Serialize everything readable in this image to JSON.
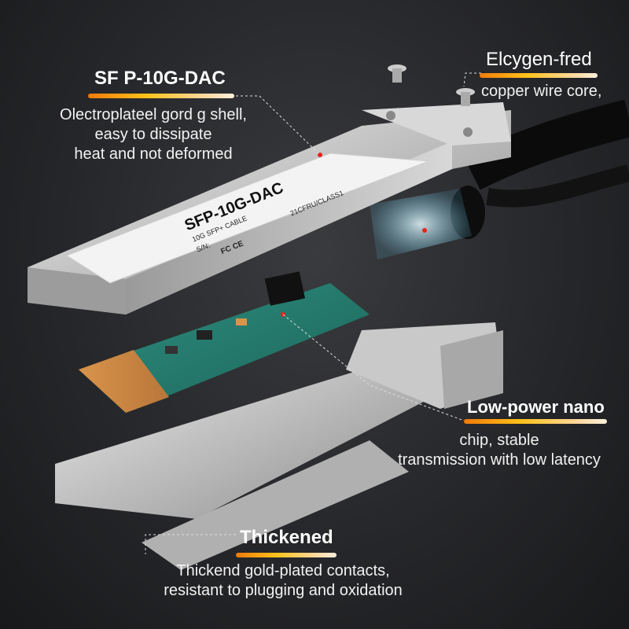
{
  "callouts": {
    "shell": {
      "title": "SF P-10G-DAC",
      "lines": [
        "Olectroplateel gord g shell,",
        "easy to dissipate",
        "heat and not deformed"
      ]
    },
    "copper": {
      "title": "Elcygen-fred",
      "lines": [
        "copper wire core,"
      ]
    },
    "chip": {
      "title": "Low-power nano",
      "lines": [
        "chip, stable",
        "transmission with low latency"
      ]
    },
    "contacts": {
      "title": "Thickened",
      "lines": [
        "Thickend gold-plated contacts,",
        "resistant to plugging and oxidation"
      ]
    }
  },
  "product_label": {
    "model": "SFP-10G-DAC",
    "subtitle": "10G SFP+ CABLE",
    "serial_prefix": "S/N:",
    "marks": "FC CE",
    "code": "21CFRU/CLASS1"
  },
  "colors": {
    "accent_orange": "#f07a0a",
    "accent_yellow": "#ffc21a",
    "marker_red": "#e8231c",
    "background": "#26272a"
  }
}
